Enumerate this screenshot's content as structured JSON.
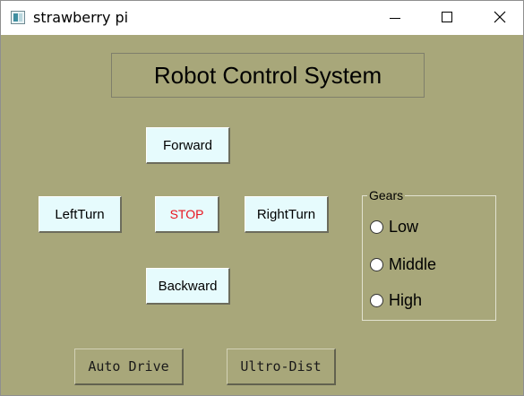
{
  "window": {
    "title": "strawberry pi",
    "icon": "app-window-icon",
    "controls": [
      "minimize-icon",
      "maximize-icon",
      "close-icon"
    ]
  },
  "header": {
    "title": "Robot Control System"
  },
  "direction": {
    "forward": "Forward",
    "left": "LeftTurn",
    "stop": "STOP",
    "right": "RightTurn",
    "backward": "Backward"
  },
  "gears": {
    "legend": "Gears",
    "options": [
      "Low",
      "Middle",
      "High"
    ],
    "selected": null
  },
  "bottom": {
    "auto_drive": "Auto Drive",
    "ultro_dist": "Ultro-Dist"
  },
  "colors": {
    "background": "#a8a77a",
    "button_face": "#e6fbfd",
    "stop_text": "#e8141e"
  }
}
